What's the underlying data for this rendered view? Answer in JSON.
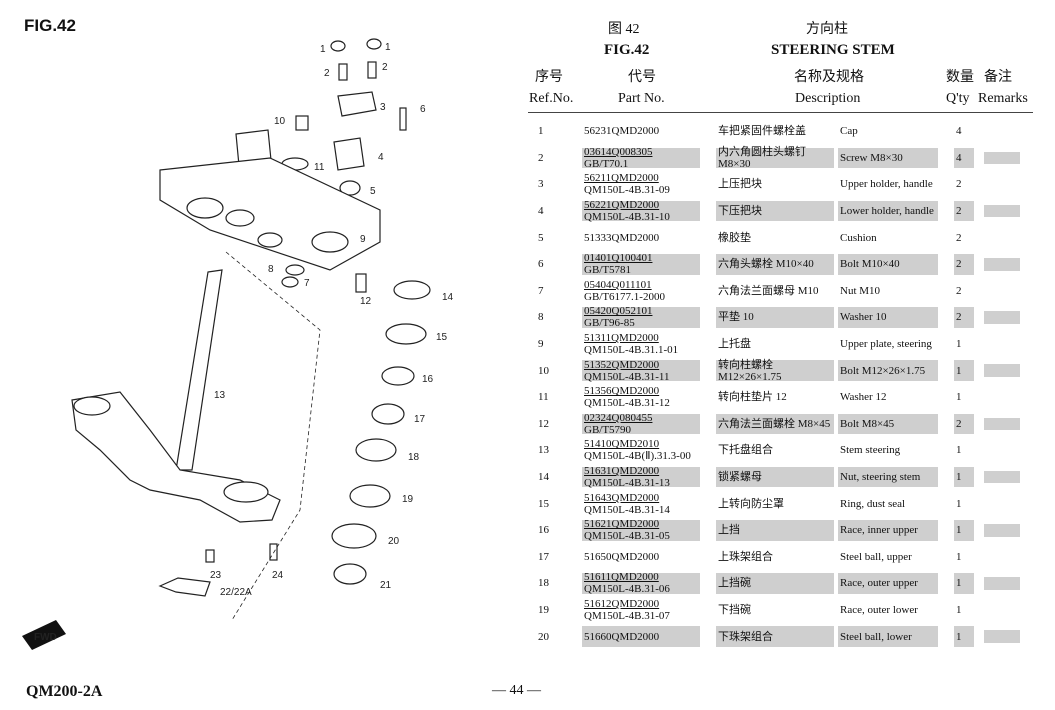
{
  "figure_label": "FIG.42",
  "header": {
    "fig_cn": "图  42",
    "fig_en": "FIG.42",
    "title_cn": "方向柱",
    "title_en": "STEERING STEM",
    "col_ref_cn": "序号",
    "col_part_cn": "代号",
    "col_desc_cn": "名称及规格",
    "col_qty_cn": "数量",
    "col_rem_cn": "备注",
    "col_ref_en": "Ref.No.",
    "col_part_en": "Part No.",
    "col_desc_en": "Description",
    "col_qty_en": "Q'ty",
    "col_rem_en": "Remarks"
  },
  "rows": [
    {
      "ref": "1",
      "code1": "56231QMD2000",
      "code2": "",
      "cn": "车把紧固件螺栓盖",
      "en": "Cap",
      "qty": "4"
    },
    {
      "ref": "2",
      "code1": "03614Q008305",
      "code2": "GB/T70.1",
      "cn": "内六角圆柱头螺钉 M8×30",
      "en": "Screw M8×30",
      "qty": "4"
    },
    {
      "ref": "3",
      "code1": "56211QMD2000",
      "code2": "QM150L-4B.31-09",
      "cn": "上压把块",
      "en": "Upper holder, handle",
      "qty": "2"
    },
    {
      "ref": "4",
      "code1": "56221QMD2000",
      "code2": "QM150L-4B.31-10",
      "cn": "下压把块",
      "en": "Lower holder, handle",
      "qty": "2"
    },
    {
      "ref": "5",
      "code1": "51333QMD2000",
      "code2": "",
      "cn": "橡胶垫",
      "en": "Cushion",
      "qty": "2"
    },
    {
      "ref": "6",
      "code1": "01401Q100401",
      "code2": "GB/T5781",
      "cn": "六角头螺栓 M10×40",
      "en": "Bolt M10×40",
      "qty": "2"
    },
    {
      "ref": "7",
      "code1": "05404Q011101",
      "code2": "GB/T6177.1-2000",
      "cn": "六角法兰面螺母 M10",
      "en": "Nut M10",
      "qty": "2"
    },
    {
      "ref": "8",
      "code1": "05420Q052101",
      "code2": "GB/T96-85",
      "cn": "平垫  10",
      "en": "Washer 10",
      "qty": "2"
    },
    {
      "ref": "9",
      "code1": "51311QMD2000",
      "code2": "QM150L-4B.31.1-01",
      "cn": "上托盘",
      "en": "Upper plate, steering",
      "qty": "1"
    },
    {
      "ref": "10",
      "code1": "51352QMD2000",
      "code2": "QM150L-4B.31-11",
      "cn": "转向柱螺栓 M12×26×1.75",
      "en": "Bolt M12×26×1.75",
      "qty": "1"
    },
    {
      "ref": "11",
      "code1": "51356QMD2000",
      "code2": "QM150L-4B.31-12",
      "cn": "转向柱垫片 12",
      "en": "Washer 12",
      "qty": "1"
    },
    {
      "ref": "12",
      "code1": "02324Q080455",
      "code2": "GB/T5790",
      "cn": "六角法兰面螺栓 M8×45",
      "en": "Bolt M8×45",
      "qty": "2"
    },
    {
      "ref": "13",
      "code1": "51410QMD2010",
      "code2": "QM150L-4B(Ⅱ).31.3-00",
      "cn": "下托盘组合",
      "en": "Stem steering",
      "qty": "1"
    },
    {
      "ref": "14",
      "code1": "51631QMD2000",
      "code2": "QM150L-4B.31-13",
      "cn": "锁紧螺母",
      "en": "Nut, steering stem",
      "qty": "1"
    },
    {
      "ref": "15",
      "code1": "51643QMD2000",
      "code2": "QM150L-4B.31-14",
      "cn": "上转向防尘罩",
      "en": "Ring, dust seal",
      "qty": "1"
    },
    {
      "ref": "16",
      "code1": "51621QMD2000",
      "code2": "QM150L-4B.31-05",
      "cn": "上挡",
      "en": "Race, inner upper",
      "qty": "1"
    },
    {
      "ref": "17",
      "code1": "51650QMD2000",
      "code2": "",
      "cn": "上珠架组合",
      "en": "Steel ball, upper",
      "qty": "1"
    },
    {
      "ref": "18",
      "code1": "51611QMD2000",
      "code2": "QM150L-4B.31-06",
      "cn": "上挡碗",
      "en": "Race, outer upper",
      "qty": "1"
    },
    {
      "ref": "19",
      "code1": "51612QMD2000",
      "code2": "QM150L-4B.31-07",
      "cn": "下挡碗",
      "en": "Race, outer lower",
      "qty": "1"
    },
    {
      "ref": "20",
      "code1": "51660QMD2000",
      "code2": "",
      "cn": "下珠架组合",
      "en": "Steel ball, lower",
      "qty": "1"
    }
  ],
  "callouts": [
    "1",
    "1",
    "2",
    "2",
    "3",
    "6",
    "10",
    "4",
    "11",
    "5",
    "9",
    "8",
    "7",
    "12",
    "14",
    "15",
    "13",
    "16",
    "17",
    "18",
    "19",
    "20",
    "23",
    "24",
    "22/22A",
    "21"
  ],
  "fwd_label": "FWD",
  "footer": {
    "model": "QM200-2A",
    "page": "— 44 —"
  }
}
